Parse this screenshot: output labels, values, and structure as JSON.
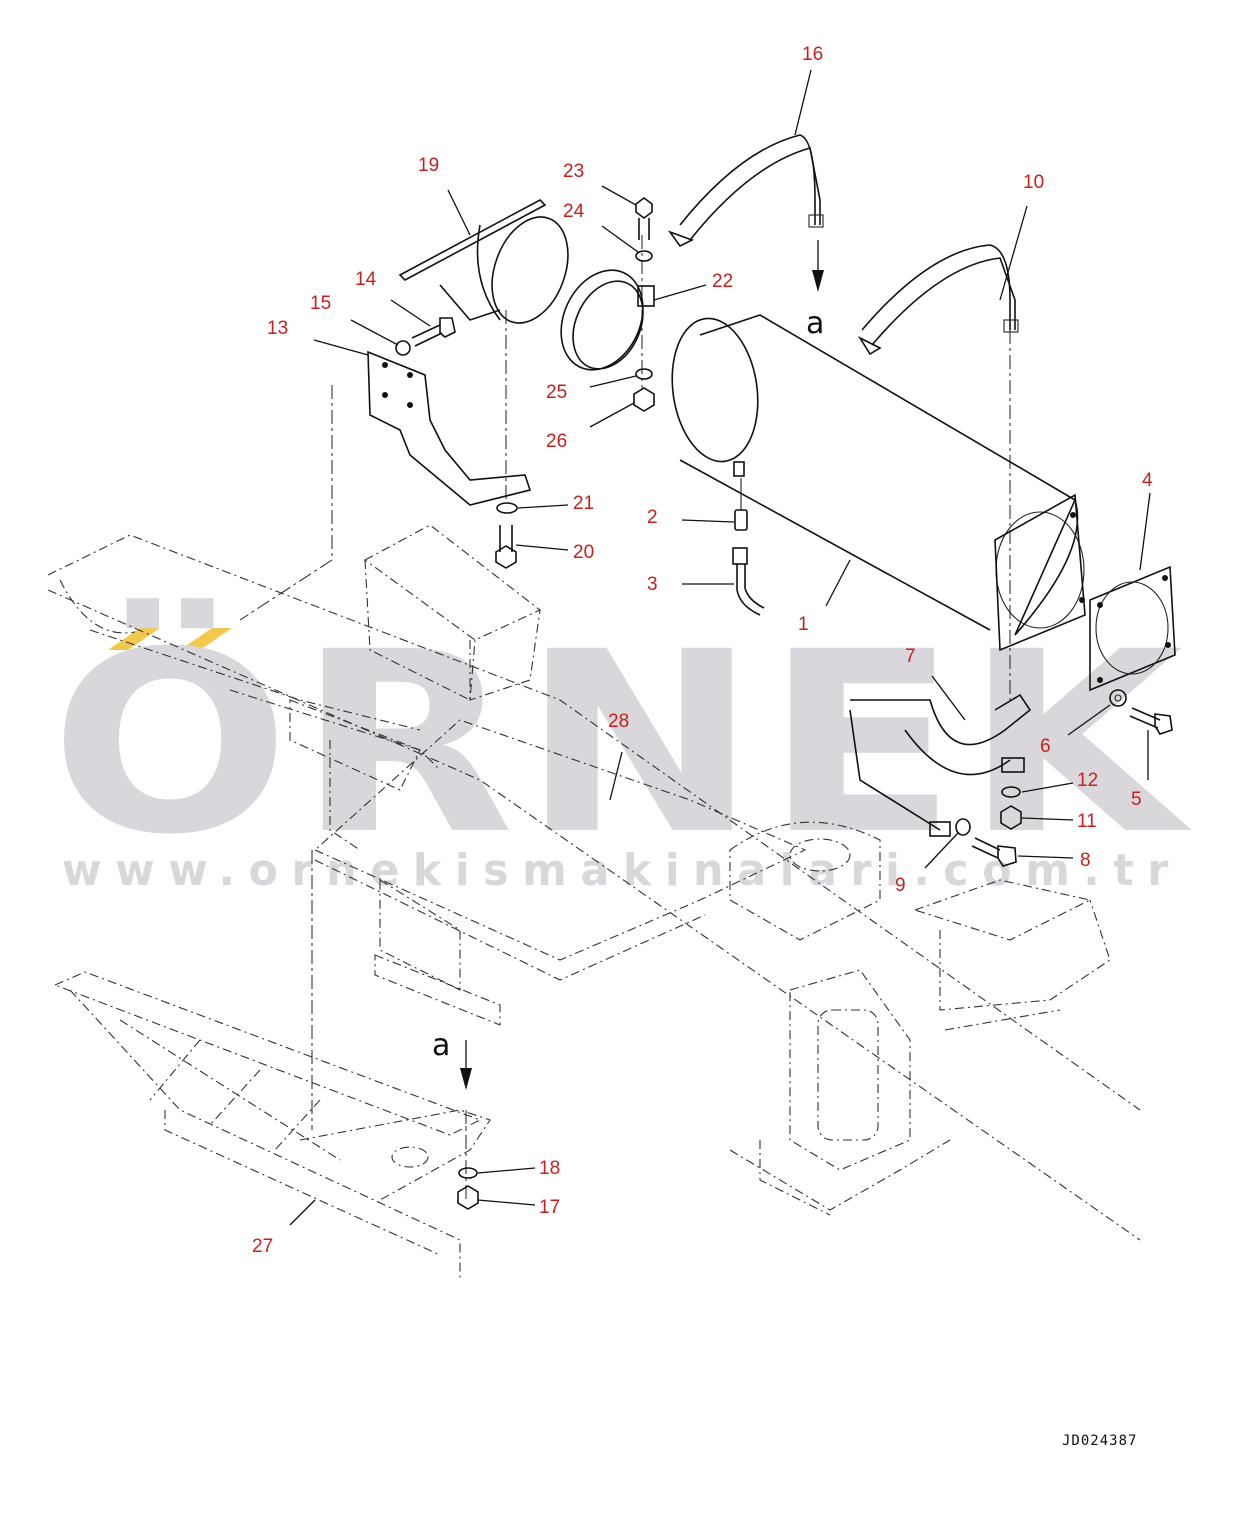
{
  "watermark": {
    "brand": "ÖRNEK",
    "url": "www.ornekismakinalari.com.tr",
    "accent_color": "#f2c94c",
    "text_color": "#d9d6dc"
  },
  "drawing_id": "JD024387",
  "reference_marks": [
    "a",
    "a"
  ],
  "part_labels": [
    {
      "n": "1"
    },
    {
      "n": "2"
    },
    {
      "n": "3"
    },
    {
      "n": "4"
    },
    {
      "n": "5"
    },
    {
      "n": "6"
    },
    {
      "n": "7"
    },
    {
      "n": "8"
    },
    {
      "n": "9"
    },
    {
      "n": "10"
    },
    {
      "n": "11"
    },
    {
      "n": "12"
    },
    {
      "n": "13"
    },
    {
      "n": "14"
    },
    {
      "n": "15"
    },
    {
      "n": "16"
    },
    {
      "n": "17"
    },
    {
      "n": "18"
    },
    {
      "n": "19"
    },
    {
      "n": "20"
    },
    {
      "n": "21"
    },
    {
      "n": "22"
    },
    {
      "n": "23"
    },
    {
      "n": "24"
    },
    {
      "n": "25"
    },
    {
      "n": "26"
    },
    {
      "n": "27"
    },
    {
      "n": "28"
    }
  ],
  "colors": {
    "label": "#c8201e",
    "line": "#111111"
  }
}
